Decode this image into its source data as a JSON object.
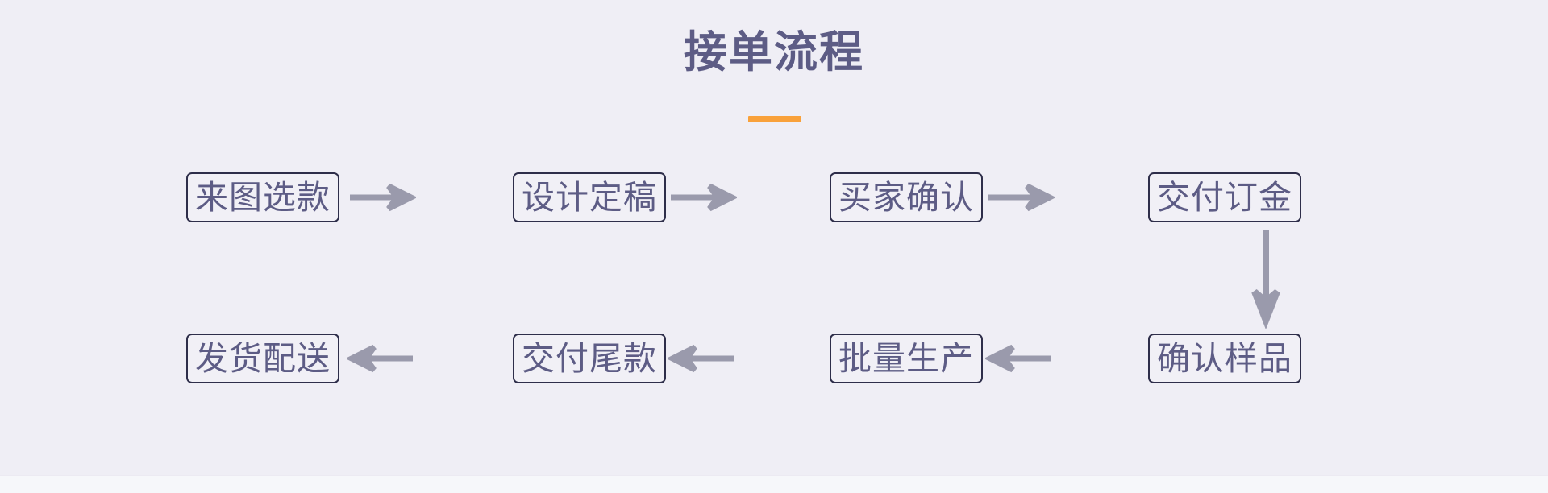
{
  "header": {
    "title": "接单流程",
    "accent_color": "#f9a13a",
    "title_color": "#5d5c85"
  },
  "theme": {
    "background": "#efeef5",
    "strip_background": "#f6f7fa",
    "box_border": "#2e2e4a",
    "box_fill": "#f1f0f6",
    "text_color": "#5d5c85",
    "arrow_color": "#9a9aac"
  },
  "chart_data": {
    "type": "diagram",
    "diagram_kind": "flowchart",
    "title": "接单流程",
    "layout": "serpentine-two-rows",
    "nodes": [
      {
        "id": "n1",
        "label": "来图选款",
        "row": 1,
        "col": 1
      },
      {
        "id": "n2",
        "label": "设计定稿",
        "row": 1,
        "col": 2
      },
      {
        "id": "n3",
        "label": "买家确认",
        "row": 1,
        "col": 3
      },
      {
        "id": "n4",
        "label": "交付订金",
        "row": 1,
        "col": 4
      },
      {
        "id": "n5",
        "label": "确认样品",
        "row": 2,
        "col": 4
      },
      {
        "id": "n6",
        "label": "批量生产",
        "row": 2,
        "col": 3
      },
      {
        "id": "n7",
        "label": "交付尾款",
        "row": 2,
        "col": 2
      },
      {
        "id": "n8",
        "label": "发货配送",
        "row": 2,
        "col": 1
      }
    ],
    "edges": [
      {
        "from": "n1",
        "to": "n2",
        "direction": "right"
      },
      {
        "from": "n2",
        "to": "n3",
        "direction": "right"
      },
      {
        "from": "n3",
        "to": "n4",
        "direction": "right"
      },
      {
        "from": "n4",
        "to": "n5",
        "direction": "down"
      },
      {
        "from": "n5",
        "to": "n6",
        "direction": "left"
      },
      {
        "from": "n6",
        "to": "n7",
        "direction": "left"
      },
      {
        "from": "n7",
        "to": "n8",
        "direction": "left"
      }
    ]
  },
  "nodes": [
    {
      "label": "来图选款"
    },
    {
      "label": "设计定稿"
    },
    {
      "label": "买家确认"
    },
    {
      "label": "交付订金"
    },
    {
      "label": "确认样品"
    },
    {
      "label": "批量生产"
    },
    {
      "label": "交付尾款"
    },
    {
      "label": "发货配送"
    }
  ]
}
